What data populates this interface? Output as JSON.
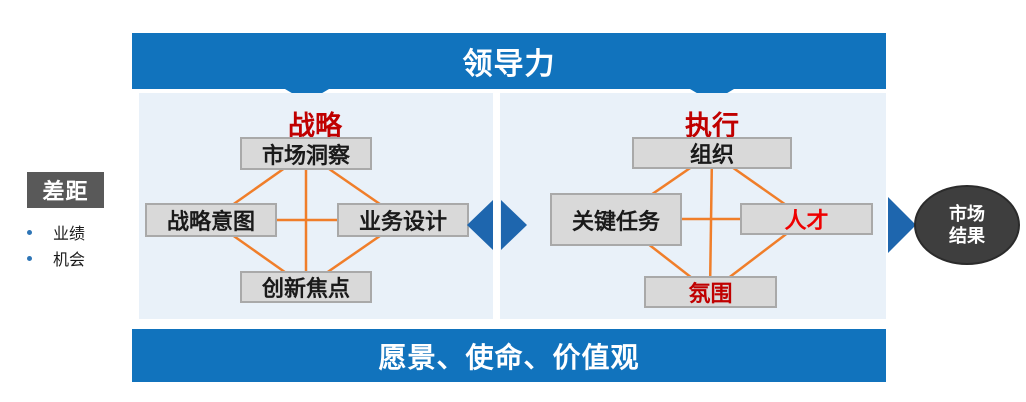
{
  "top_bar": {
    "label": "领导力"
  },
  "bottom_bar": {
    "label": "愿景、使命、价值观"
  },
  "gap": {
    "title": "差距",
    "items": [
      {
        "label": "业绩"
      },
      {
        "label": "机会"
      }
    ]
  },
  "strategy": {
    "header": "战略",
    "nodes": {
      "top": "市场洞察",
      "left": "战略意图",
      "right": "业务设计",
      "bottom": "创新焦点"
    }
  },
  "execution": {
    "header": "执行",
    "nodes": {
      "top": "组织",
      "left": "关键任务",
      "right": "人才",
      "bottom": "氛围"
    }
  },
  "result": {
    "line1": "市场",
    "line2": "结果"
  },
  "colors": {
    "bar_blue": "#1173BD",
    "panel_light_blue": "#E9F1F9",
    "arrow_blue": "#1E66AE",
    "node_fill": "#D9D9D9",
    "node_border": "#A9A9A9",
    "connector_orange": "#F07E2A",
    "header_red": "#C00000",
    "talent_red": "#EE0000",
    "gap_box_gray": "#595959",
    "result_ellipse_gray": "#3E3E3E",
    "bullet_blue": "#2E75B6"
  }
}
